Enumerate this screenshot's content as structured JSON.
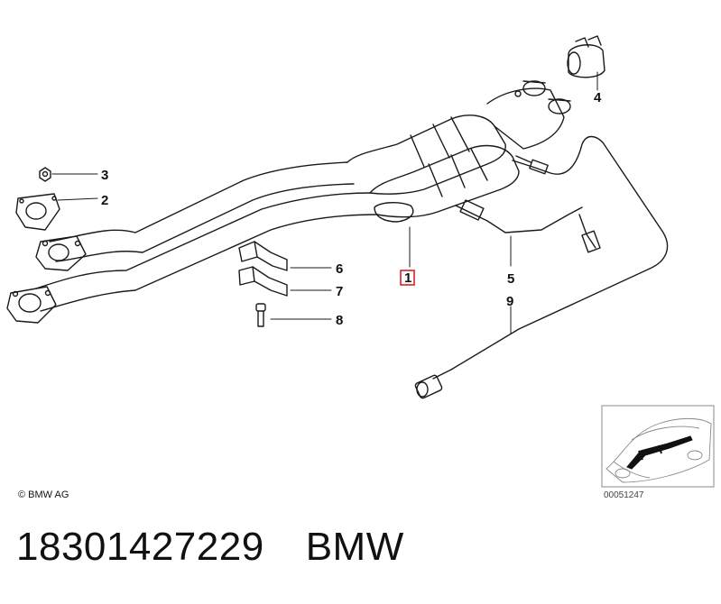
{
  "callouts": {
    "c1": "1",
    "c2": "2",
    "c3": "3",
    "c4": "4",
    "c5": "5",
    "c6": "6",
    "c7": "7",
    "c8": "8",
    "c9": "9"
  },
  "highlight_color": "#e02020",
  "copyright": "© BMW AG",
  "reference_number": "00051247",
  "part_number": "18301427229",
  "brand": "BMW"
}
